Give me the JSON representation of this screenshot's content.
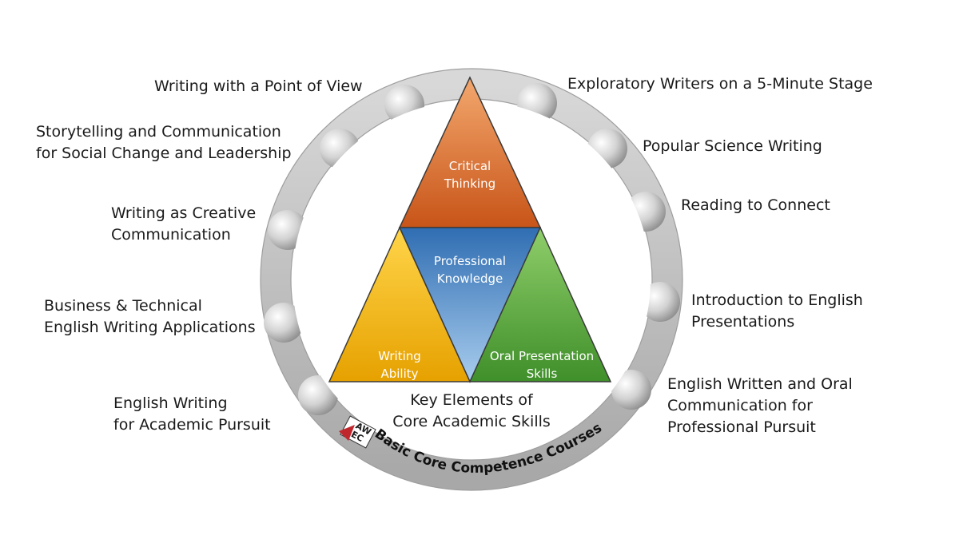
{
  "colors": {
    "ring": "#bdbdbd",
    "critical_thinking": "#d9692a",
    "professional_knowledge": "#3d7fc1",
    "writing_ability": "#f2b90d",
    "oral_presentation": "#5aa83a",
    "text": "#1a1a1a",
    "logo_red": "#c0272d"
  },
  "courses_left": [
    {
      "lines": [
        "Writing with a Point of View"
      ]
    },
    {
      "lines": [
        "Storytelling and Communication",
        "for Social Change and Leadership"
      ]
    },
    {
      "lines": [
        "Writing as Creative",
        "Communication"
      ]
    },
    {
      "lines": [
        "Business & Technical",
        "English Writing Applications"
      ]
    },
    {
      "lines": [
        "English Writing",
        " for Academic Pursuit"
      ]
    }
  ],
  "courses_right": [
    {
      "lines": [
        "Exploratory Writers on a 5-Minute Stage"
      ]
    },
    {
      "lines": [
        "Popular Science Writing"
      ]
    },
    {
      "lines": [
        "Reading to Connect"
      ]
    },
    {
      "lines": [
        "Introduction to English",
        "Presentations"
      ]
    },
    {
      "lines": [
        "English Written and Oral",
        "Communication for",
        "Professional Pursuit"
      ]
    }
  ],
  "triangle": {
    "top": [
      "Critical",
      "Thinking"
    ],
    "center": [
      "Professional",
      "Knowledge"
    ],
    "bottom_left": [
      "Writing",
      "Ability"
    ],
    "bottom_right": [
      "Oral Presentation",
      "Skills"
    ]
  },
  "key_elements": [
    "Key Elements of",
    "Core Academic Skills"
  ],
  "ring_caption": "Basic Core Competence Courses",
  "logo_letters": [
    "AW",
    "EC"
  ]
}
